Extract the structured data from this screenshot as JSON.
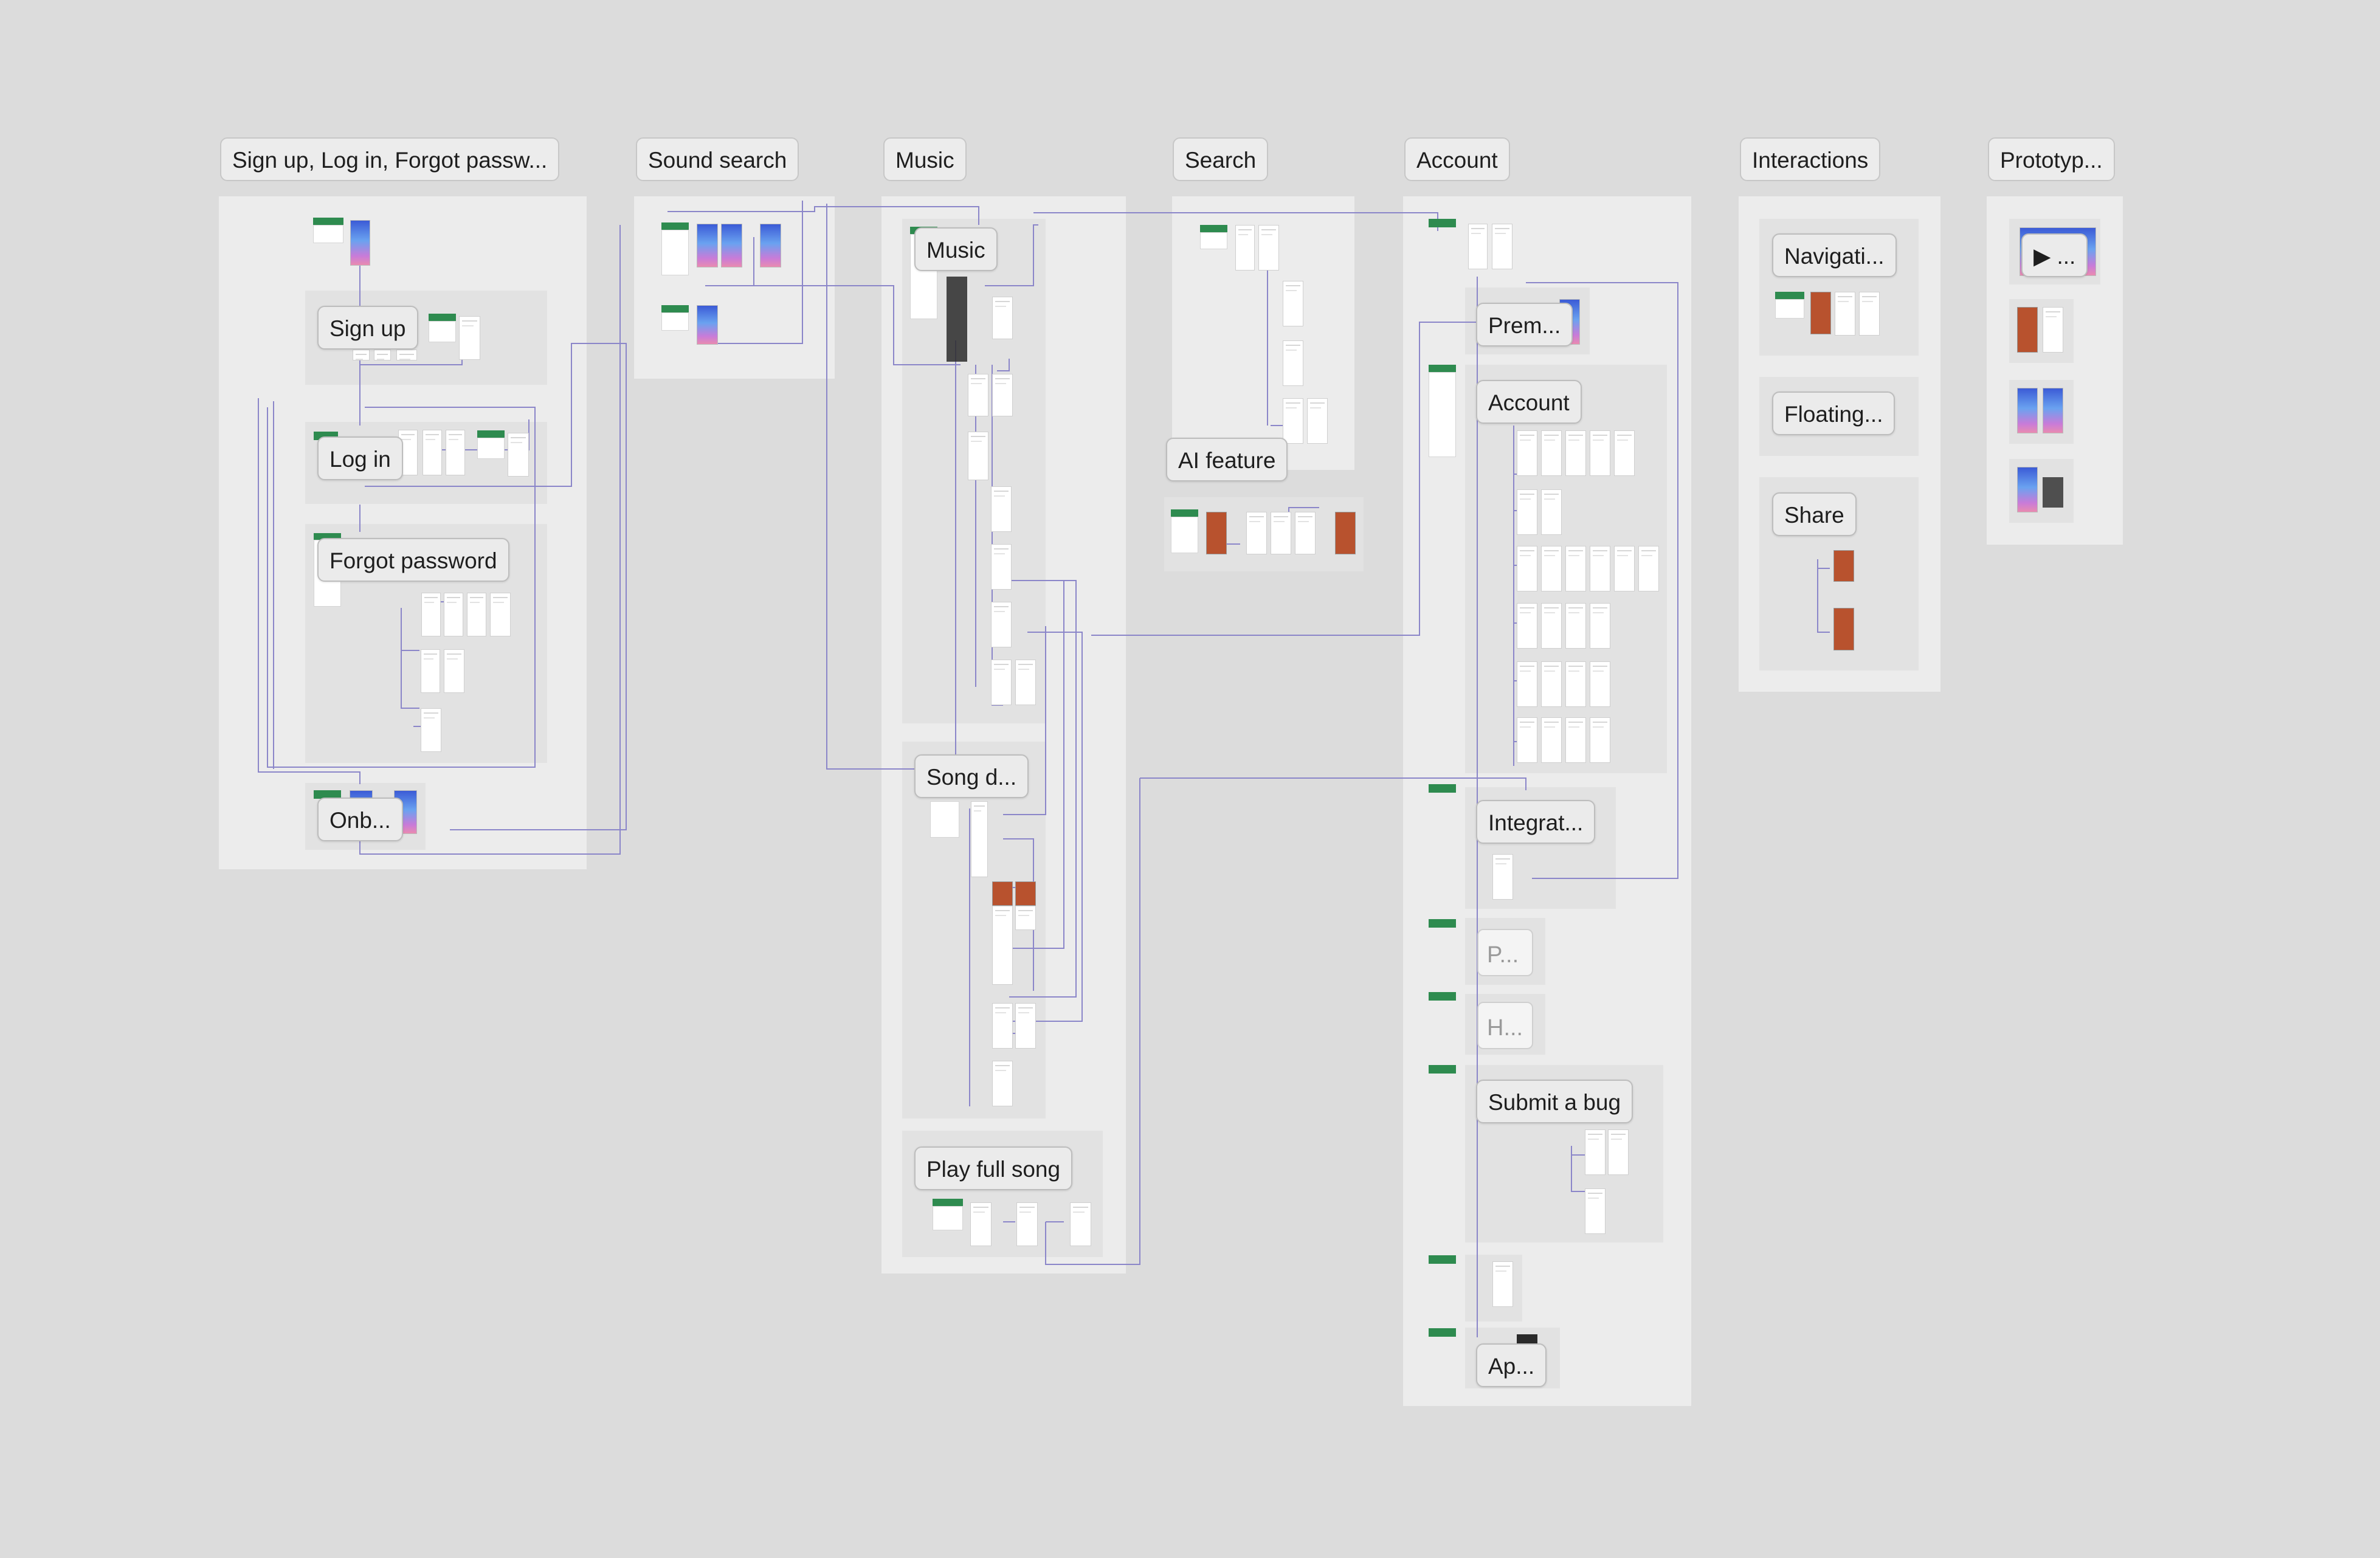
{
  "canvas": {
    "background": "#dcdcdc",
    "connector_color": "#8b86c9"
  },
  "sections": [
    {
      "id": "auth",
      "label": "Sign up, Log in, Forgot passw..."
    },
    {
      "id": "sound_search",
      "label": "Sound search"
    },
    {
      "id": "music",
      "label": "Music"
    },
    {
      "id": "search",
      "label": "Search"
    },
    {
      "id": "account",
      "label": "Account"
    },
    {
      "id": "interactions",
      "label": "Interactions"
    },
    {
      "id": "prototype",
      "label": "Prototyp..."
    }
  ],
  "subsections": {
    "sign_up": "Sign up",
    "log_in": "Log in",
    "forgot_password": "Forgot password",
    "onboarding": "Onb...",
    "music": "Music",
    "song_detail": "Song d...",
    "play_full_song": "Play full song",
    "ai_feature": "AI feature",
    "premium": "Prem...",
    "account": "Account",
    "integrations": "Integrat...",
    "p_collapsed": "P...",
    "h_collapsed": "H...",
    "submit_bug": "Submit a bug",
    "ap_collapsed": "Ap...",
    "navigation": "Navigati...",
    "floating": "Floating...",
    "share": "Share",
    "prototype_play": "..."
  },
  "icons": {
    "play": "▶"
  }
}
